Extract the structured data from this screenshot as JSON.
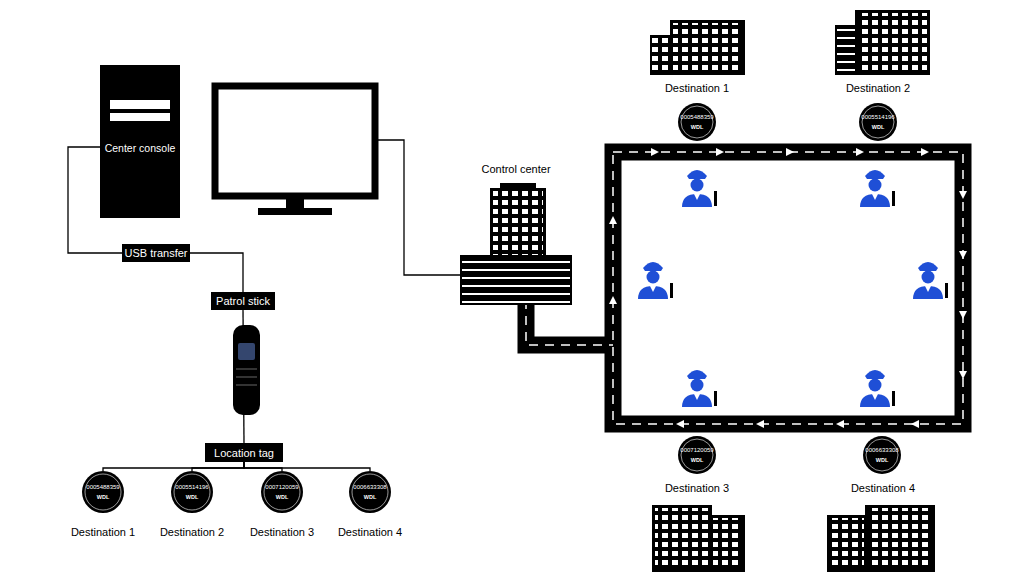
{
  "diagram": {
    "nodes": [
      {
        "text": [
          "Center console"
        ]
      },
      {
        "text": [
          "USB transfer"
        ]
      },
      {
        "text": [
          "Patrol stick"
        ]
      },
      {
        "text": [
          "Location tag"
        ]
      },
      {
        "text": [
          "0005488359",
          "WDL"
        ]
      },
      {
        "text": [
          "0005514196",
          "WDL"
        ]
      },
      {
        "text": [
          "0007120059",
          "WDL"
        ]
      },
      {
        "text": [
          "0006633308",
          "WDL"
        ]
      },
      {
        "text": [
          "Control center"
        ]
      },
      {
        "text": [
          "0005488359",
          "WDL"
        ]
      },
      {
        "text": [
          "0005514196",
          "WDL"
        ]
      },
      {
        "text": [
          "0007120059",
          "WDL"
        ]
      },
      {
        "text": [
          "0006633308",
          "WDL"
        ]
      }
    ],
    "edges": [
      {
        "from": 0,
        "to": 1,
        "arrow": "none"
      },
      {
        "from": 1,
        "to": 2,
        "arrow": "none"
      },
      {
        "from": 2,
        "to": 3,
        "arrow": "none"
      },
      {
        "from": 3,
        "to": 4,
        "arrow": "none"
      },
      {
        "from": 3,
        "to": 5,
        "arrow": "none"
      },
      {
        "from": 3,
        "to": 6,
        "arrow": "none"
      },
      {
        "from": 3,
        "to": 7,
        "arrow": "none"
      }
    ],
    "labels": [
      "Destination 1",
      "Destination 2",
      "Destination 3",
      "Destination 4",
      "Destination 1",
      "Destination 2",
      "Destination 3",
      "Destination 4"
    ]
  }
}
